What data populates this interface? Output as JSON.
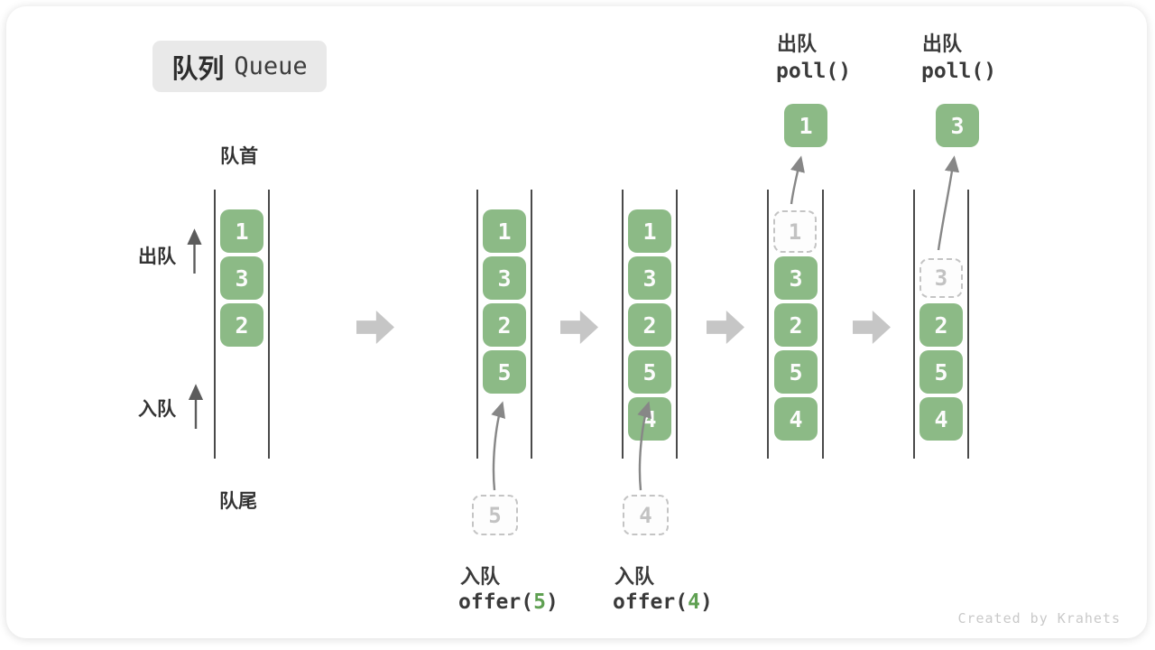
{
  "title": {
    "zh": "队列",
    "en": "Queue"
  },
  "labels": {
    "front": "队首",
    "rear": "队尾",
    "dequeue": "出队",
    "enqueue": "入队"
  },
  "queues": [
    {
      "items": [
        "1",
        "3",
        "2"
      ]
    },
    {
      "items": [
        "1",
        "3",
        "2",
        "5"
      ],
      "incoming": "5"
    },
    {
      "items": [
        "1",
        "3",
        "2",
        "5",
        "4"
      ],
      "incoming": "4"
    },
    {
      "ghost": "1",
      "items": [
        "3",
        "2",
        "5",
        "4"
      ],
      "popped": "1"
    },
    {
      "ghost": "3",
      "items": [
        "2",
        "5",
        "4"
      ],
      "popped": "3"
    }
  ],
  "operations": {
    "enqueue5": {
      "name": "入队",
      "fn": "offer(",
      "arg": "5",
      "close": ")"
    },
    "enqueue4": {
      "name": "入队",
      "fn": "offer(",
      "arg": "4",
      "close": ")"
    },
    "poll1": {
      "name": "出队",
      "code": "poll()"
    },
    "poll2": {
      "name": "出队",
      "code": "poll()"
    }
  },
  "watermark": "Created by Krahets",
  "colors": {
    "cell_green": "#8cba86",
    "arg_green": "#5fa052",
    "block_arrow_gray": "#c6c6c6",
    "badge_bg": "#e9e9e9",
    "text_dark": "#333333",
    "ghost_gray": "#c4c4c4",
    "watermark_gray": "#c9c9c9"
  }
}
